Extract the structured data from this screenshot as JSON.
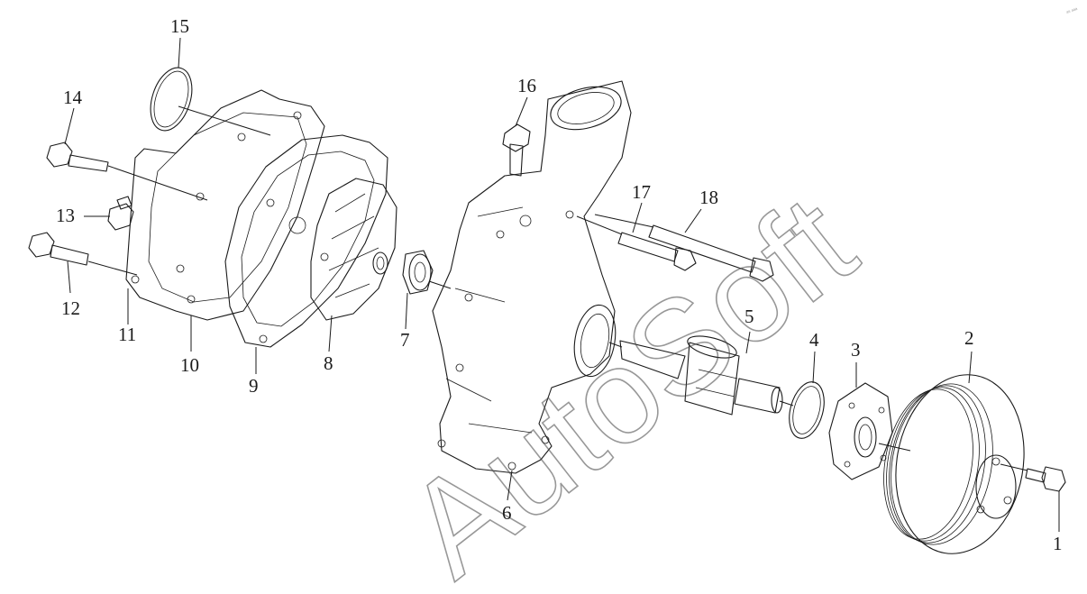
{
  "watermark": {
    "text": "AutoSoft",
    "corner_mark": "ᵃˢ ᵃᵃᵃ"
  },
  "callouts": [
    {
      "id": "1",
      "label": "1"
    },
    {
      "id": "2",
      "label": "2"
    },
    {
      "id": "3",
      "label": "3"
    },
    {
      "id": "4",
      "label": "4"
    },
    {
      "id": "5",
      "label": "5"
    },
    {
      "id": "6",
      "label": "6"
    },
    {
      "id": "7",
      "label": "7"
    },
    {
      "id": "8",
      "label": "8"
    },
    {
      "id": "9",
      "label": "9"
    },
    {
      "id": "10",
      "label": "10"
    },
    {
      "id": "11",
      "label": "11"
    },
    {
      "id": "12",
      "label": "12"
    },
    {
      "id": "13",
      "label": "13"
    },
    {
      "id": "14",
      "label": "14"
    },
    {
      "id": "15",
      "label": "15"
    },
    {
      "id": "16",
      "label": "16"
    },
    {
      "id": "17",
      "label": "17"
    },
    {
      "id": "18",
      "label": "18"
    }
  ]
}
